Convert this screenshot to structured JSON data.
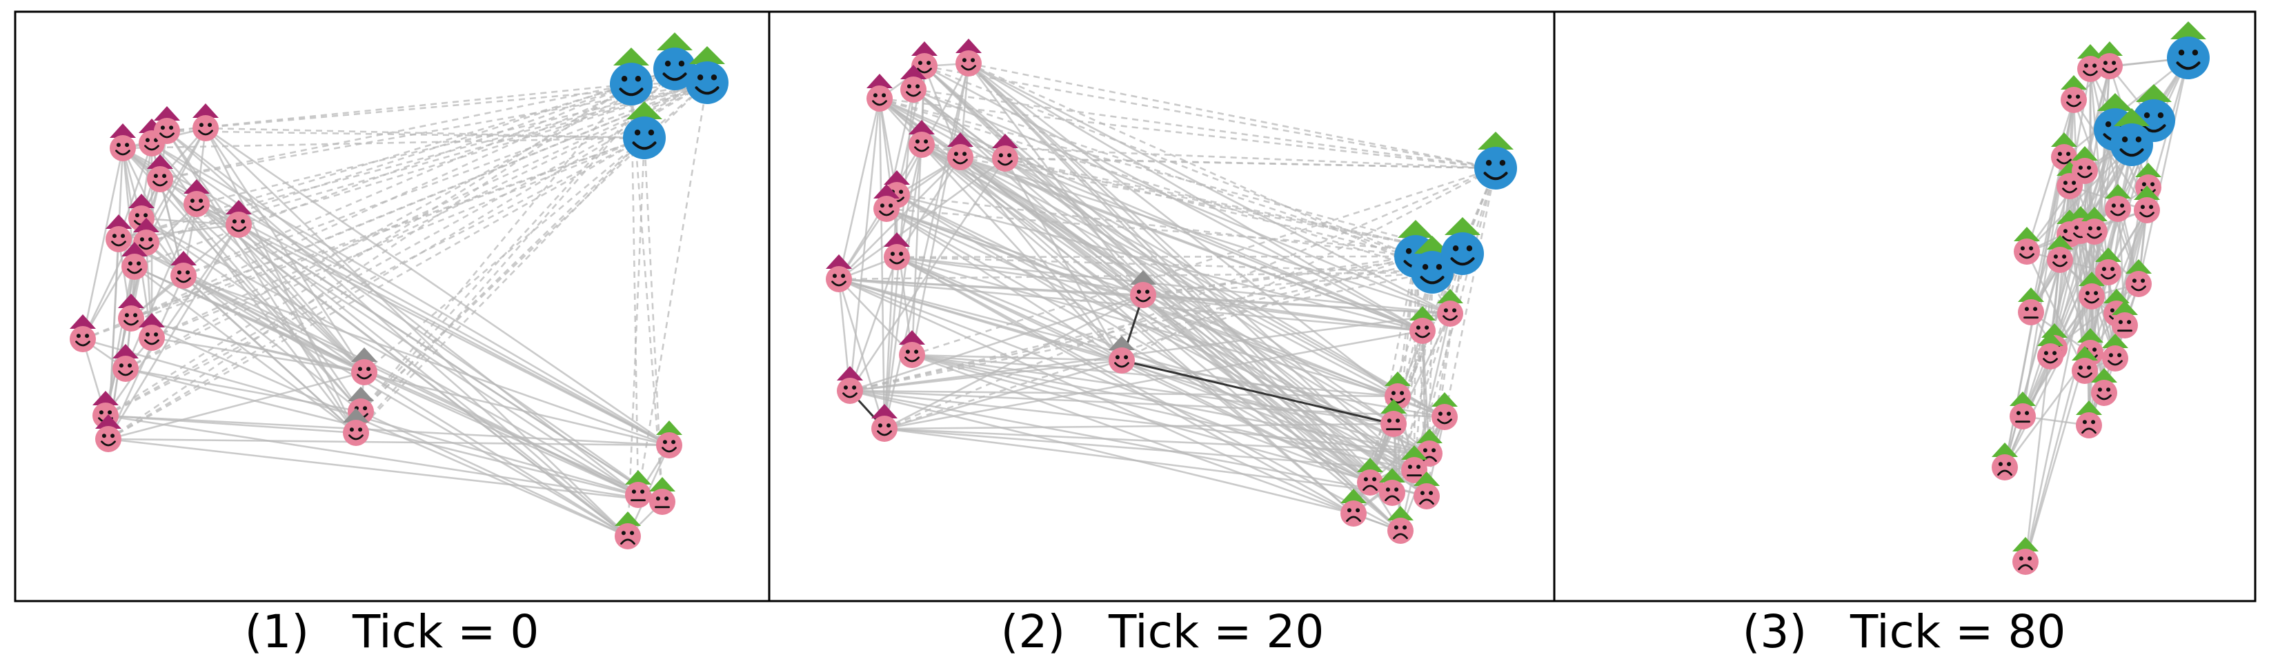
{
  "panels": [
    {
      "caption": "(1)   Tick = 0"
    },
    {
      "caption": "(2)   Tick = 20"
    },
    {
      "caption": "(3)   Tick = 80"
    }
  ],
  "colors": {
    "agent_face": "#e8829b",
    "agent_hat_purple": "#a5256b",
    "agent_hat_green": "#5cb435",
    "agent_hat_gray": "#8e8e8e",
    "influencer_face": "#2b8fd1",
    "edge": "#b8b8b8",
    "strong_edge": "#333333"
  }
}
